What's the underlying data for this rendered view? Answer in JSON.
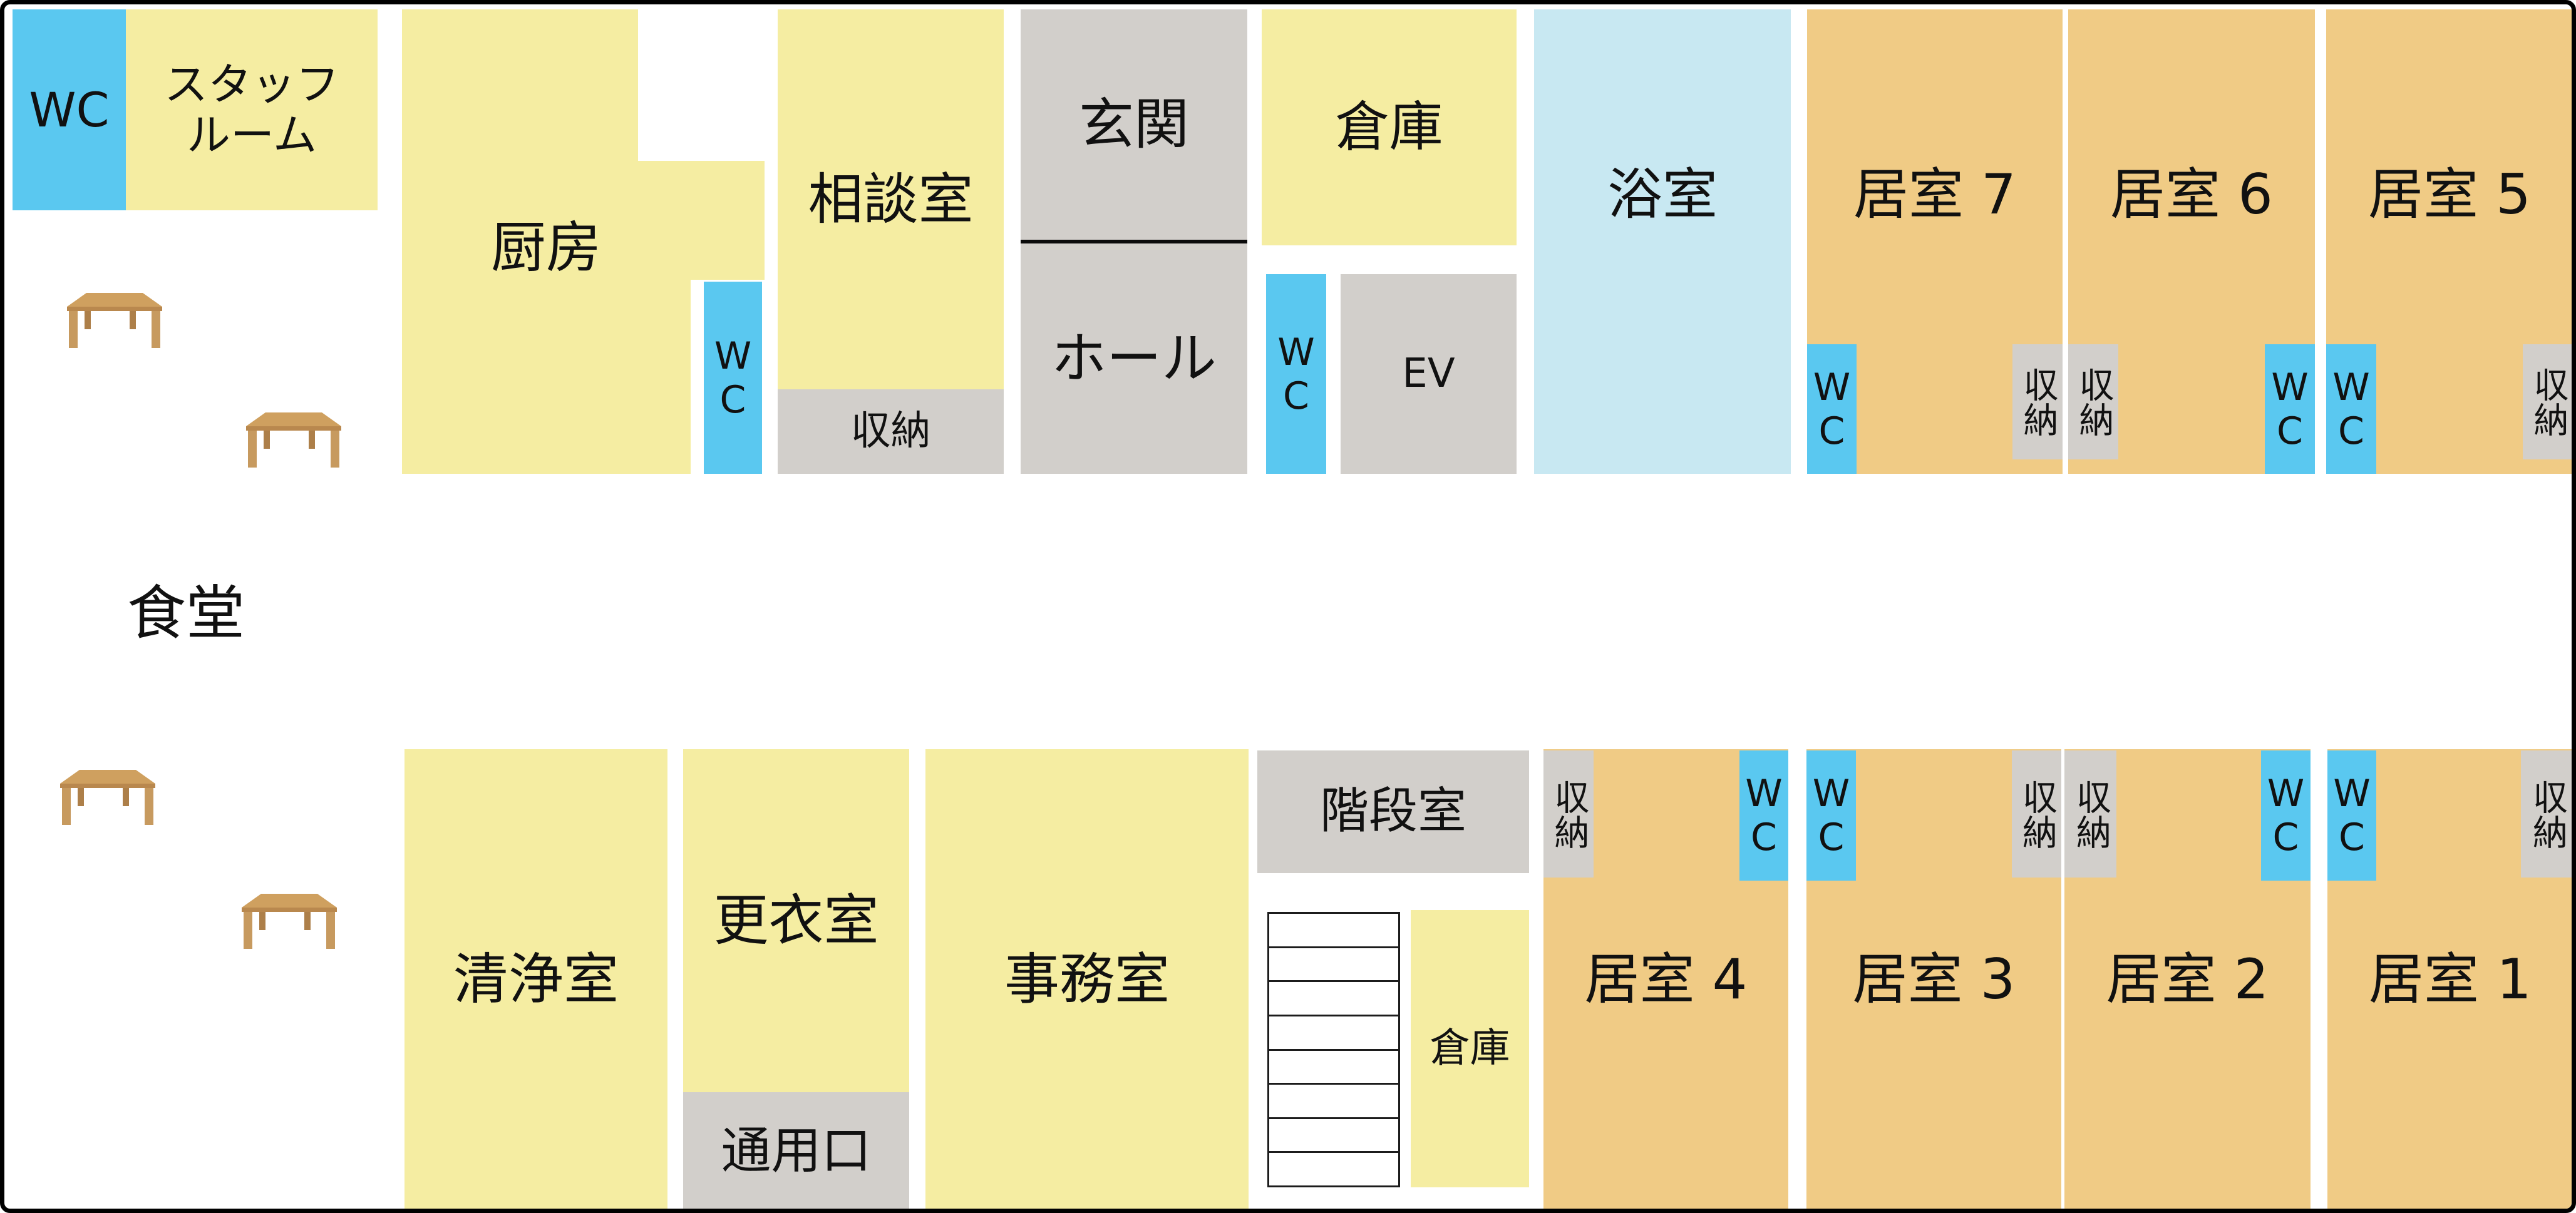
{
  "floorplan": {
    "labels": {
      "wc": "WC",
      "staff_line1": "スタッフ",
      "staff_line2": "ルーム",
      "kitchen": "厨房",
      "consult": "相談室",
      "storage": "収納",
      "entrance": "玄関",
      "hall": "ホール",
      "warehouse": "倉庫",
      "elevator": "EV",
      "bath": "浴室",
      "room7": "居室 7",
      "room6": "居室 6",
      "room5": "居室 5",
      "dining": "食堂",
      "cleaning": "清浄室",
      "changing": "更衣室",
      "service_entrance": "通用口",
      "office": "事務室",
      "stairwell": "階段室",
      "room4": "居室 4",
      "room3": "居室 3",
      "room2": "居室 2",
      "room1": "居室 1"
    },
    "colors": {
      "room_yellow": "#F5EDA2",
      "room_orange": "#F0CB85",
      "wc_blue": "#5AC8F0",
      "bath_light_blue": "#C8E8F2",
      "utility_gray": "#D2CFCB",
      "outline_black": "#000000",
      "table_wood": "#CFA05F"
    },
    "stairs": {
      "steps": 8
    },
    "furniture": {
      "dining_table_icon": "low-wooden-table",
      "dining_table_count": 4
    }
  }
}
